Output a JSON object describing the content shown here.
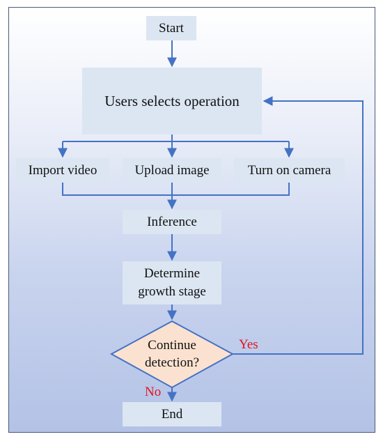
{
  "flowchart": {
    "nodes": {
      "start": "Start",
      "select_operation": "Users selects operation",
      "import_video": "Import video",
      "upload_image": "Upload image",
      "turn_on_camera": "Turn on camera",
      "inference": "Inference",
      "determine_line1": "Determine",
      "determine_line2": "growth stage",
      "decision_line1": "Continue",
      "decision_line2": "detection?",
      "end": "End"
    },
    "edge_labels": {
      "yes": "Yes",
      "no": "No"
    }
  },
  "colors": {
    "box_fill": "#dbe6f2",
    "decision_fill": "#fbe2d0",
    "connector": "#4472c4",
    "branch_label": "#e0141c",
    "frame_border": "#4a5a78"
  }
}
